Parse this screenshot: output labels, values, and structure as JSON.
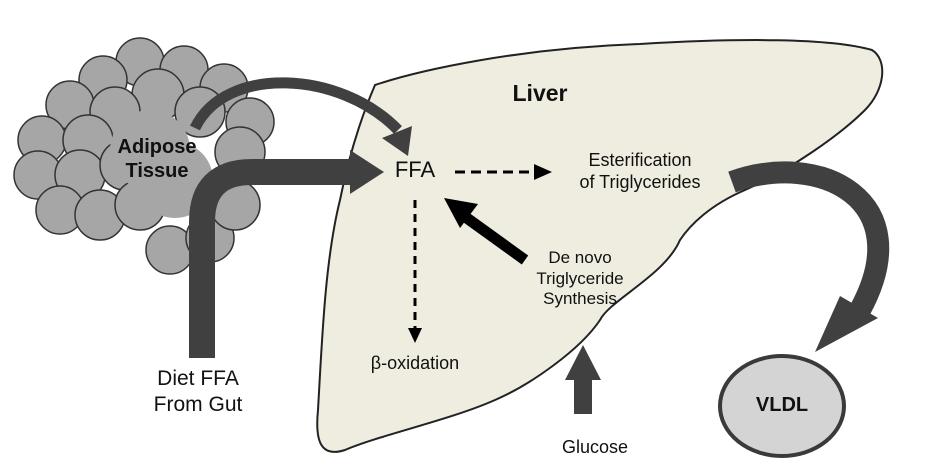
{
  "diagram": {
    "liver_label": "Liver",
    "adipose": {
      "line1": "Adipose",
      "line2": "Tissue"
    },
    "ffa_label": "FFA",
    "esterification": {
      "line1": "Esterification",
      "line2": "of Triglycerides"
    },
    "de_novo": {
      "line1": "De novo",
      "line2": "Triglyceride",
      "line3": "Synthesis"
    },
    "beta_oxidation": "β-oxidation",
    "diet_ffa": {
      "line1": "Diet FFA",
      "line2": "From Gut"
    },
    "glucose": "Glucose",
    "vldl": "VLDL"
  },
  "colors": {
    "liver_fill": "#eeeddf",
    "adipose_fill": "#a6a6a6",
    "arrow_dark": "#404040",
    "arrow_black": "#000000",
    "vldl_fill": "#d4d4d4"
  }
}
